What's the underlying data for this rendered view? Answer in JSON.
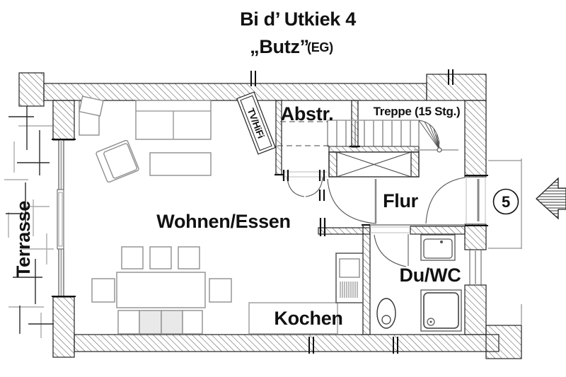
{
  "title": "Bi d’ Utkiek 4",
  "subtitle": {
    "name": "„Butz”",
    "floor": "(EG)"
  },
  "rooms": {
    "living": "Wohnen/Essen",
    "storage": "Abstr.",
    "stairs": "Treppe (15 Stg.)",
    "hall": "Flur",
    "bath": "Du/WC",
    "kitchen": "Kochen",
    "terrace": "Terrasse"
  },
  "annotations": {
    "tv": "TV/HiFi",
    "position_number": "5"
  },
  "colors": {
    "wall_outline": "#222222",
    "wall_hatch": "#4d4d4d",
    "furniture_gray": "#8f8f8f",
    "fixture_gray": "#555555",
    "bench_fill": "#e9e9e9",
    "text": "#111111",
    "dimension_gray": "#777777"
  }
}
